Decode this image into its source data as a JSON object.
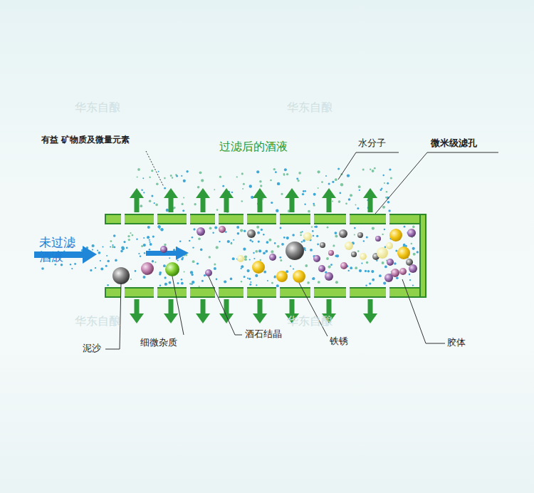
{
  "diagram": {
    "labels": [
      "有益 矿物质及微量元素",
      "过滤后的酒液",
      "水分子",
      "微米级滤孔",
      "未过滤 酒液",
      "泥沙",
      "细微杂质",
      "酒石结晶",
      "铁锈",
      "胶体",
      "华东自酿",
      "华东自酿",
      "华东自酿",
      "华东自酿"
    ]
  }
}
